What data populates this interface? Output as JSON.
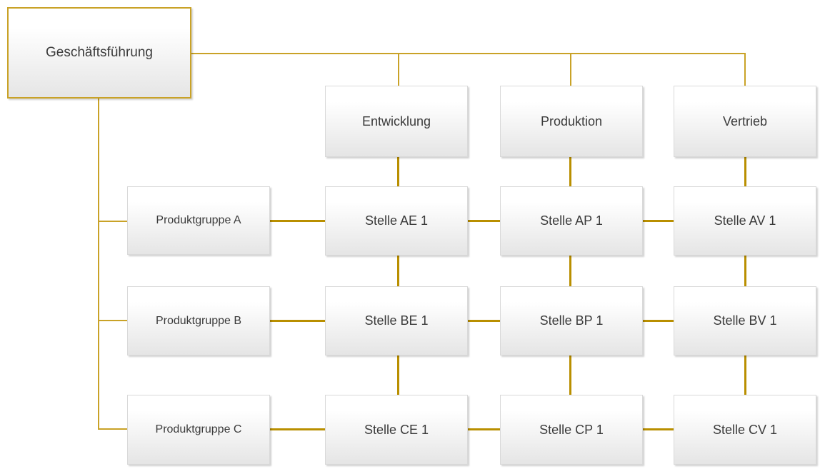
{
  "diagram": {
    "type": "matrix-organization-chart",
    "language": "de",
    "root": {
      "label": "Geschäftsführung"
    },
    "departments": [
      {
        "label": "Entwicklung"
      },
      {
        "label": "Produktion"
      },
      {
        "label": "Vertrieb"
      }
    ],
    "rows": [
      {
        "product_group": {
          "label": "Produktgruppe A"
        },
        "cells": [
          {
            "label": "Stelle AE 1"
          },
          {
            "label": "Stelle AP 1"
          },
          {
            "label": "Stelle AV 1"
          }
        ]
      },
      {
        "product_group": {
          "label": "Produktgruppe B"
        },
        "cells": [
          {
            "label": "Stelle BE 1"
          },
          {
            "label": "Stelle BP 1"
          },
          {
            "label": "Stelle BV 1"
          }
        ]
      },
      {
        "product_group": {
          "label": "Produktgruppe C"
        },
        "cells": [
          {
            "label": "Stelle CE 1"
          },
          {
            "label": "Stelle CP 1"
          },
          {
            "label": "Stelle CV 1"
          }
        ]
      }
    ],
    "colors": {
      "connector": "#B98F00",
      "connector_light": "#C9A227",
      "root_border": "#C9A227",
      "node_border": "#D9D9D9",
      "node_fill_top": "#FFFFFF",
      "node_fill_bottom": "#E5E5E5",
      "text": "#3B3B3B"
    }
  }
}
